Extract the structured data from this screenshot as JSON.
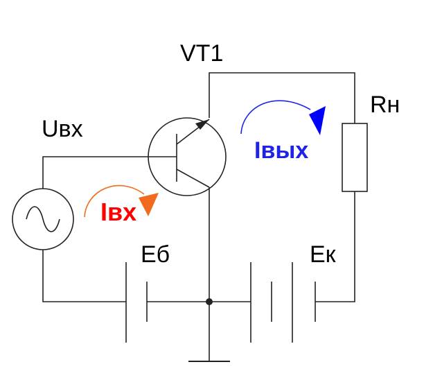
{
  "labels": {
    "transistor": "VT1",
    "load_resistor": "Rн",
    "input_voltage": "Uвх",
    "base_source": "Eб",
    "collector_source": "Eк",
    "input_current": "Iвх",
    "output_current": "Iвых"
  },
  "colors": {
    "wire": "#222222",
    "input_current": "#ff0000",
    "input_arrow": "#f26a1b",
    "output_current": "#1f23e8",
    "output_arrow": "#0000ff"
  },
  "icons": {
    "ac_source": "sine-wave-in-circle",
    "transistor": "bipolar-transistor-npn",
    "resistor": "rectangle-resistor",
    "battery": "battery-cells",
    "ground": "ground-bar",
    "junction": "junction-dot"
  }
}
